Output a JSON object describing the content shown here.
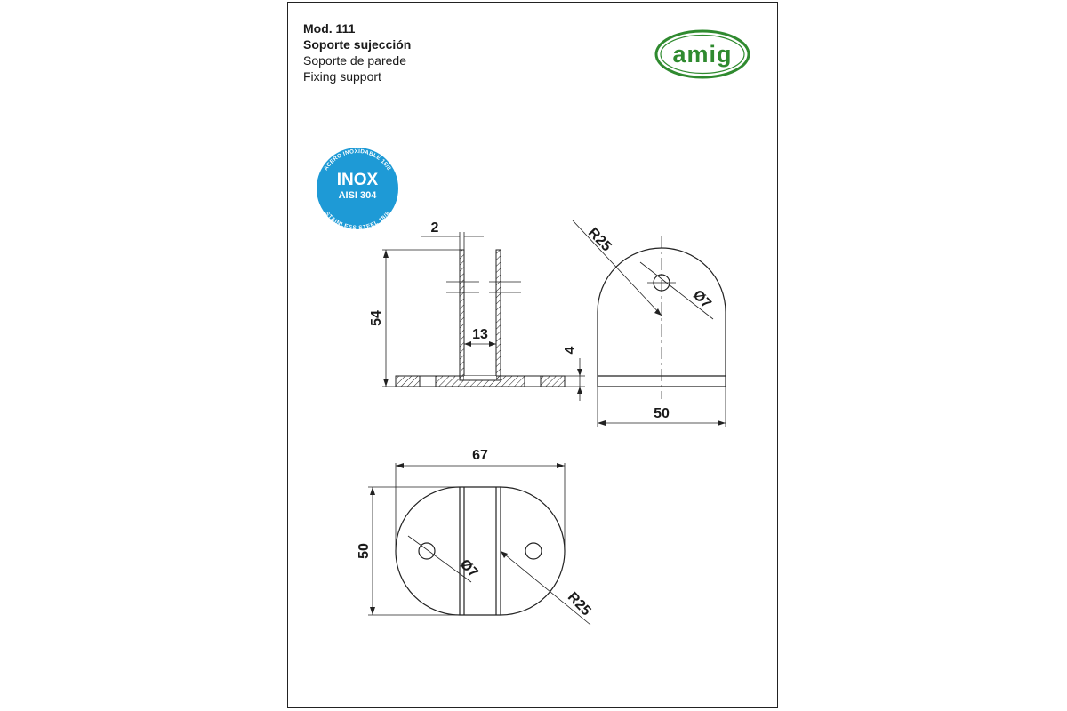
{
  "header": {
    "model": "Mod. 111",
    "name_es": "Soporte sujección",
    "subtitle_es": "Soporte de parede",
    "subtitle_en": "Fixing support"
  },
  "brand": {
    "logo_text": "amig",
    "color": "#2f8a2f"
  },
  "badge": {
    "top_arc": "ACERO INOXIDABLE 18/8",
    "main": "INOX",
    "sub": "AISI 304",
    "bottom_arc": "STAINLESS STEEL 18/8",
    "color": "#1e9ad6"
  },
  "dimensions": {
    "side_thickness": "2",
    "side_height": "54",
    "side_gap": "13",
    "side_base_thickness": "4",
    "front_radius": "R25",
    "front_hole": "Ø7",
    "front_width": "50",
    "top_length": "67",
    "top_width": "50",
    "top_hole": "Ø7",
    "top_radius": "R25"
  }
}
